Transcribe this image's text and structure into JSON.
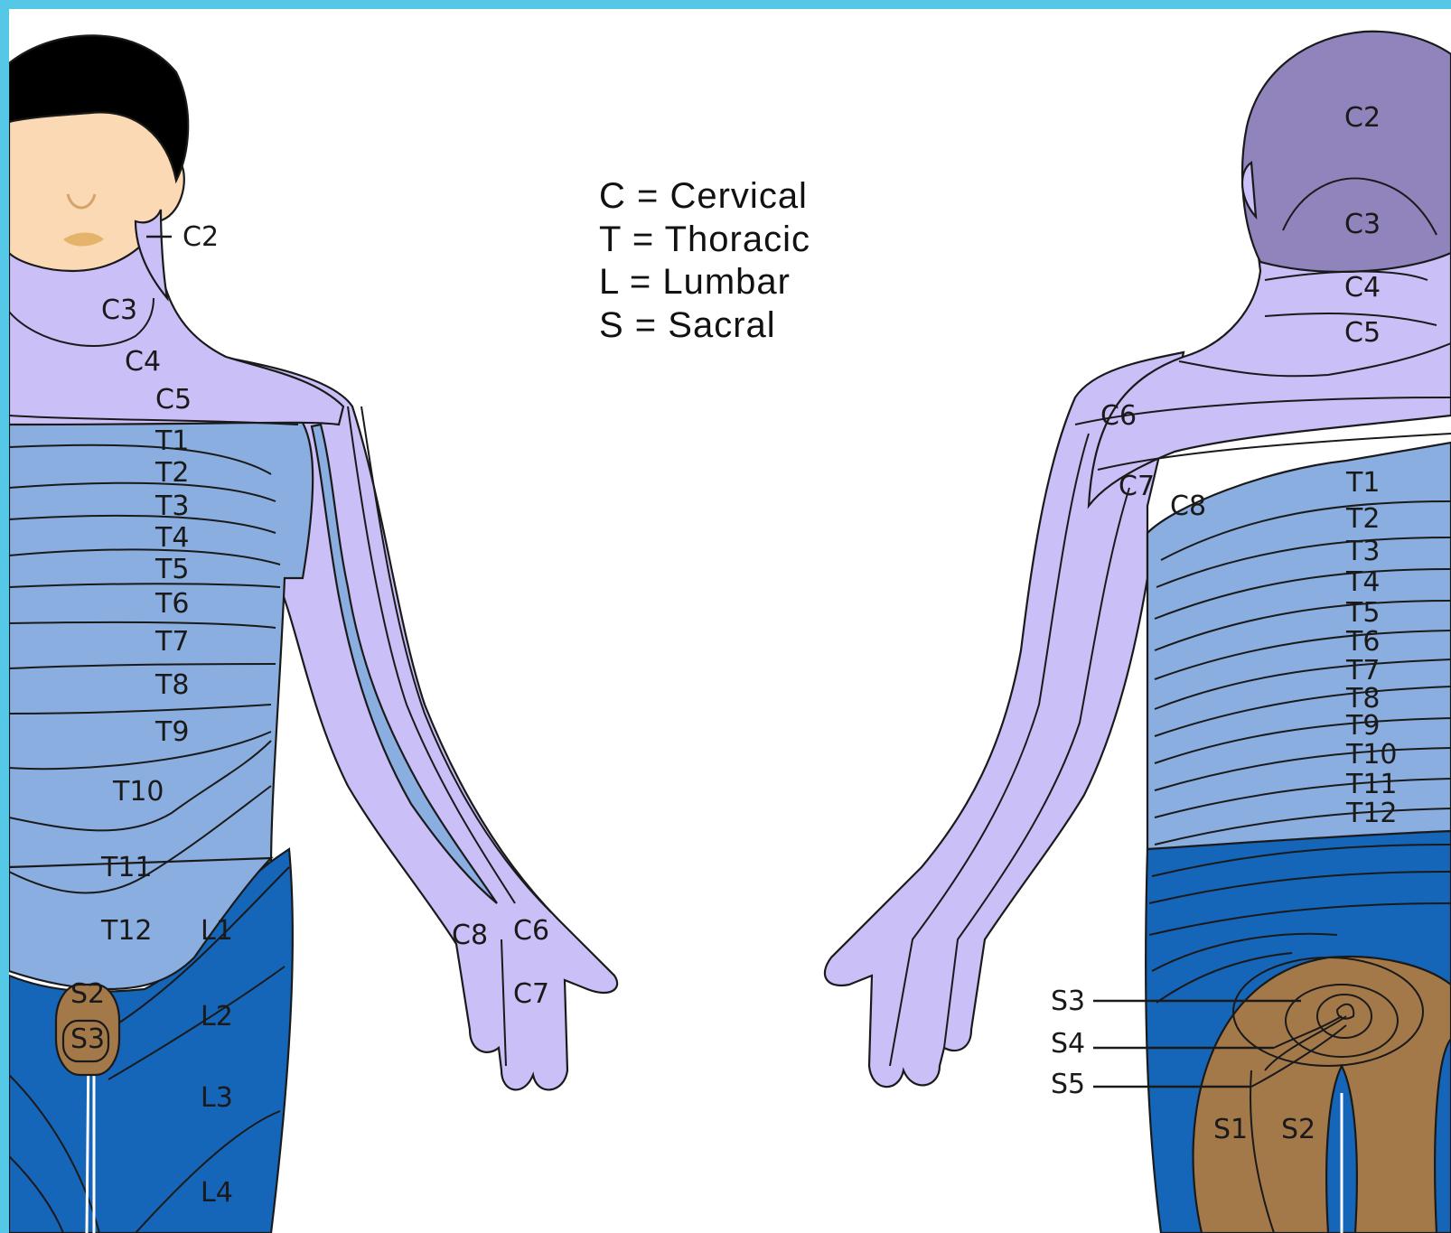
{
  "colors": {
    "frame_border": "#55c8e8",
    "cervical": "#cbbff7",
    "thoracic": "#8aaee0",
    "lumbar": "#1565b8",
    "sacral": "#a4794a",
    "head_back": "#9183bb",
    "hair": "#000000",
    "skin": "#fad9b4"
  },
  "legend": [
    "C = Cervical",
    "T =  Thoracic",
    "L = Lumbar",
    "S = Sacral"
  ],
  "front": {
    "head_label": "C2",
    "labels": {
      "c3": "C3",
      "c4": "C4",
      "c5": "C5",
      "t1": "T1",
      "t2": "T2",
      "t3": "T3",
      "t4": "T4",
      "t5": "T5",
      "t6": "T6",
      "t7": "T7",
      "t8": "T8",
      "t9": "T9",
      "t10": "T10",
      "t11": "T11",
      "t12": "T12",
      "l1": "L1",
      "l2": "L2",
      "l3": "L3",
      "l4": "L4",
      "s2": "S2",
      "s3": "S3",
      "c6": "C6",
      "c7": "C7",
      "c8": "C8"
    }
  },
  "back": {
    "labels": {
      "c2": "C2",
      "c3": "C3",
      "c4": "C4",
      "c5": "C5",
      "c6": "C6",
      "c7": "C7",
      "c8": "C8",
      "t1": "T1",
      "t2": "T2",
      "t3": "T3",
      "t4": "T4",
      "t5": "T5",
      "t6": "T6",
      "t7": "T7",
      "t8": "T8",
      "t9": "T9",
      "t10": "T10",
      "t11": "T11",
      "t12": "T12",
      "s1": "S1",
      "s2": "S2",
      "s3": "S3",
      "s4": "S4",
      "s5": "S5"
    }
  }
}
